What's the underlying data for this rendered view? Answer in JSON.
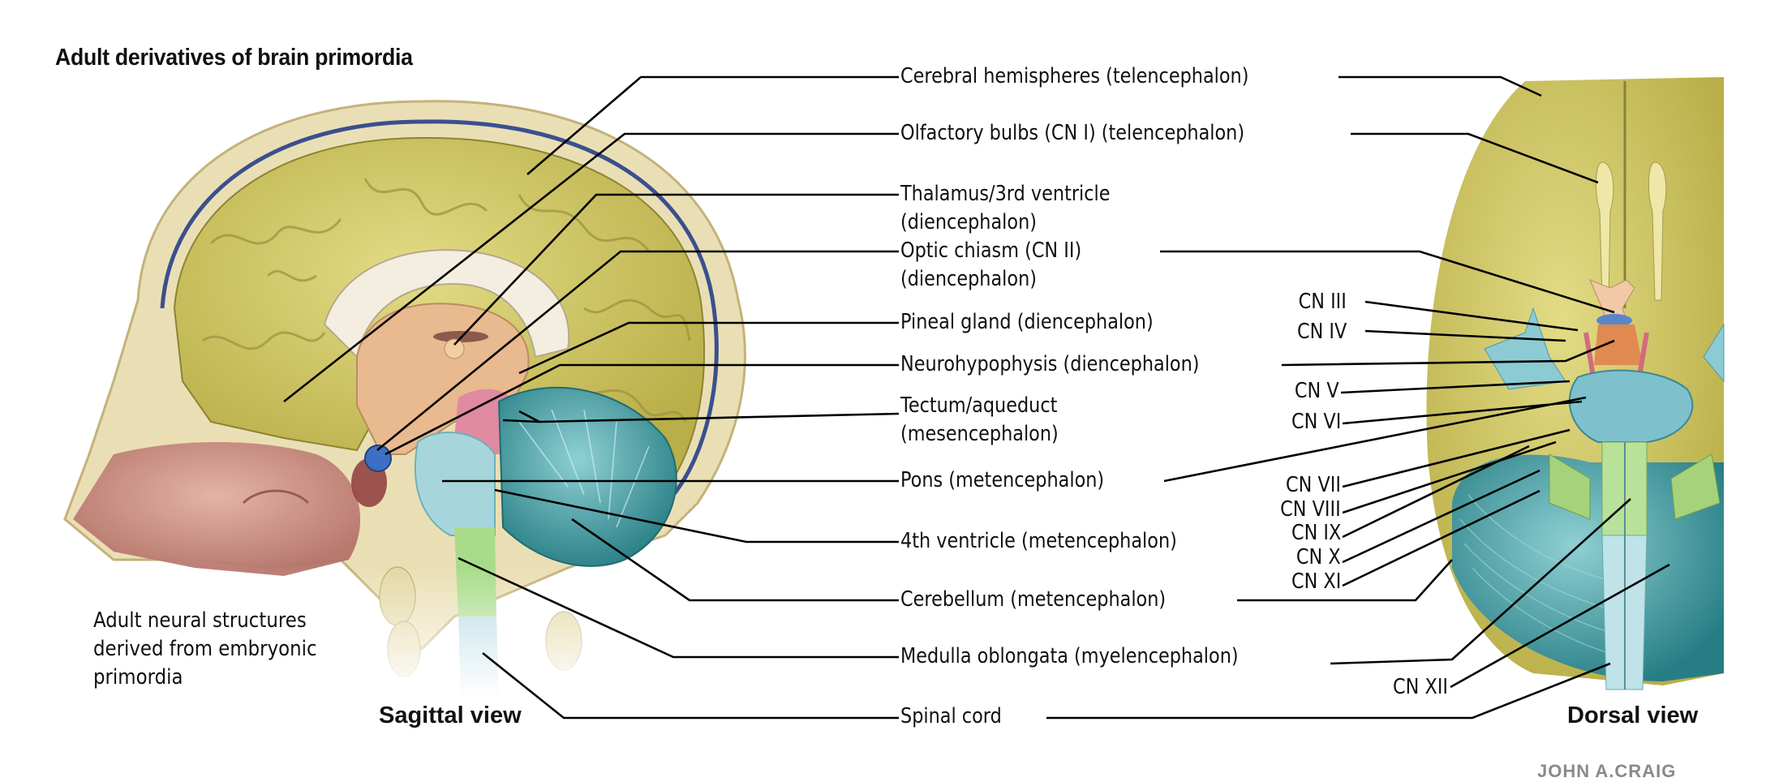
{
  "title": "Adult derivatives of brain primordia",
  "caption": [
    "Adult neural structures",
    "derived from embryonic",
    "primordia"
  ],
  "views": {
    "sagittal": "Sagittal view",
    "dorsal": "Dorsal view"
  },
  "labels": [
    {
      "id": "cerebral-hemispheres",
      "lines": [
        "Cerebral hemispheres (telencephalon)"
      ]
    },
    {
      "id": "olfactory-bulbs",
      "lines": [
        "Olfactory bulbs (CN I) (telencephalon)"
      ]
    },
    {
      "id": "thalamus",
      "lines": [
        "Thalamus/3rd ventricle",
        "(diencephalon)"
      ]
    },
    {
      "id": "optic-chiasm",
      "lines": [
        "Optic chiasm (CN II)",
        "(diencephalon)"
      ]
    },
    {
      "id": "pineal-gland",
      "lines": [
        "Pineal gland (diencephalon)"
      ]
    },
    {
      "id": "neurohypophysis",
      "lines": [
        "Neurohypophysis (diencephalon)"
      ]
    },
    {
      "id": "tectum",
      "lines": [
        "Tectum/aqueduct",
        "(mesencephalon)"
      ]
    },
    {
      "id": "pons",
      "lines": [
        "Pons (metencephalon)"
      ]
    },
    {
      "id": "fourth-ventricle",
      "lines": [
        "4th ventricle (metencephalon)"
      ]
    },
    {
      "id": "cerebellum",
      "lines": [
        "Cerebellum (metencephalon)"
      ]
    },
    {
      "id": "medulla",
      "lines": [
        "Medulla oblongata (myelencephalon)"
      ]
    },
    {
      "id": "spinal-cord",
      "lines": [
        "Spinal cord"
      ]
    }
  ],
  "cranial_nerves": [
    "CN III",
    "CN IV",
    "CN V",
    "CN VI",
    "CN VII",
    "CN VIII",
    "CN IX",
    "CN X",
    "CN XI",
    "CN XII"
  ],
  "signature": "JOHN A.CRAIG",
  "colors": {
    "telencephalon": "#d6cd6a",
    "diencephalon": "#e9b98f",
    "optic_chiasm": "#3d6fc4",
    "mesencephalon": "#df8aa0",
    "metencephalon_pons": "#a6d6dc",
    "cerebellum": "#3f9ea2",
    "myelencephalon": "#a9dc8a",
    "spinal_cord": "#b9dbe6",
    "bone": "#e8dcae",
    "nasal": "#c98a80"
  }
}
